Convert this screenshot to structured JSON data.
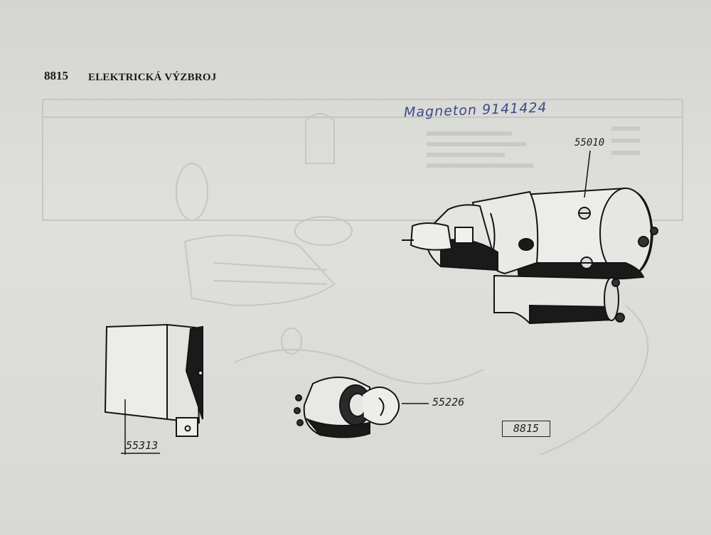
{
  "header": {
    "number": "8815",
    "title": "ELEKTRICKÁ VÝZBROJ"
  },
  "handwritten_note": "Magneton 9141424",
  "parts": {
    "starter": {
      "label": "55010"
    },
    "ignition_switch": {
      "label": "55226"
    },
    "relay_box": {
      "label": "55313"
    }
  },
  "page_reference": "8815"
}
